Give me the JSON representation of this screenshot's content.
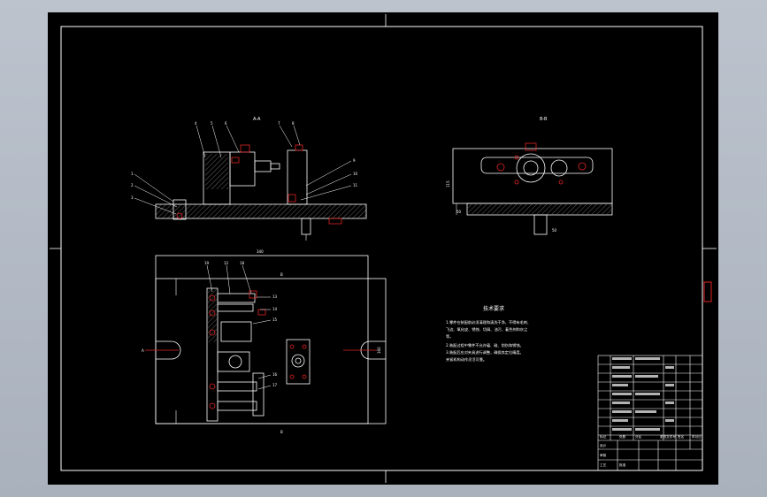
{
  "drawing": {
    "section_label_left": "A-A",
    "section_label_right": "B-B",
    "top_view_dimension": "340",
    "top_view_right_dimension": "160",
    "left_view_height_dimension": "115",
    "left_view_bottom_dimension": "50",
    "section_marker_left": "A",
    "section_marker_top": "B",
    "section_marker_bottom": "B",
    "section_label_top_marker": "B",
    "part_numbers_left_view": [
      "1",
      "2",
      "3",
      "4",
      "5",
      "6",
      "7",
      "8",
      "9",
      "10",
      "11"
    ],
    "part_numbers_top_view": [
      "19",
      "12",
      "18",
      "13",
      "14",
      "15",
      "16",
      "17"
    ],
    "tech_title": "技术要求",
    "tech_notes": [
      "1.零件在装配前必须清理和清洗干净，不得有毛刺、",
      "飞边、氧化皮、锈蚀、切屑、油污、着色剂和灰尘",
      "等。",
      "2.装配过程中零件不允许磕、碰、划伤和锈蚀。",
      "3.装配后应对夹具进行调整，确保其定位精度。",
      "夹紧机构动作灵活可靠。"
    ],
    "title_block_labels": [
      "标记",
      "处数",
      "分区",
      "更改文件号",
      "签名",
      "年月日",
      "设计",
      "审核",
      "工艺",
      "批准"
    ]
  }
}
